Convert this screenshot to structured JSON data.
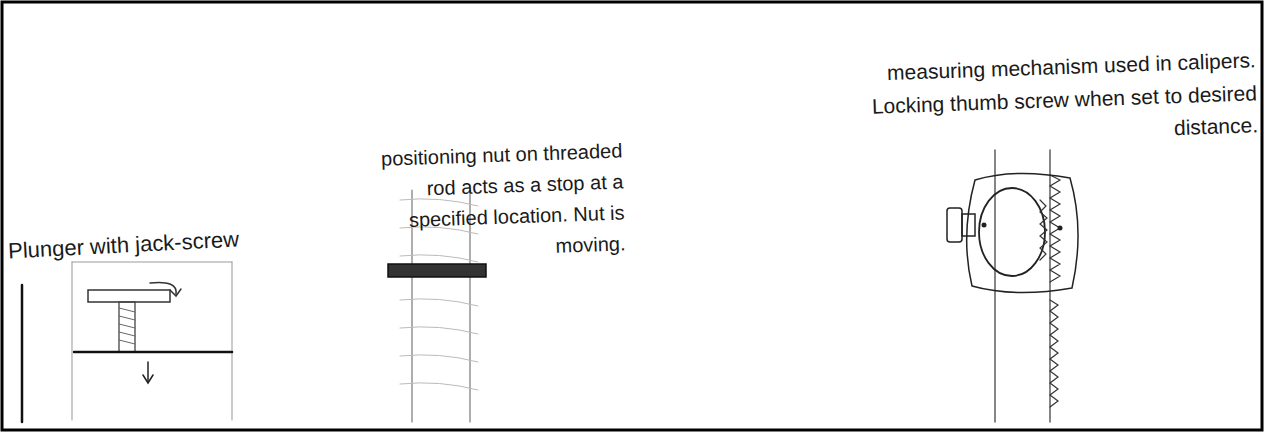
{
  "diagram": {
    "labels": [
      "Plunger with jack-screw",
      "positioning nut on threaded rod acts as a stop at a specified location. Nut is moving.",
      "measuring mechanism used in calipers. Locking thumb screw when set to desired distance."
    ]
  }
}
